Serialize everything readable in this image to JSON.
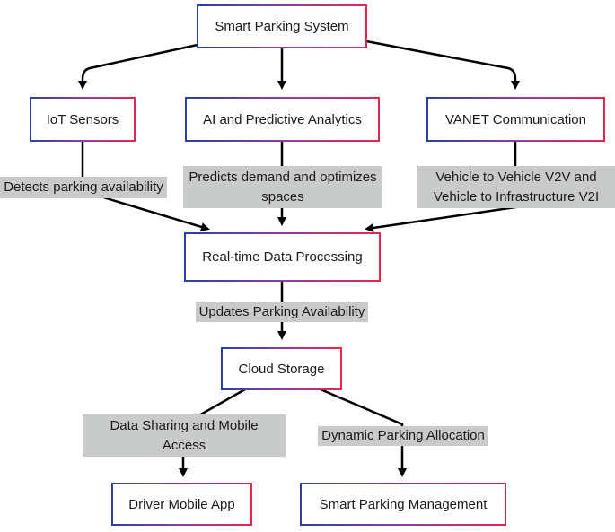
{
  "nodes": {
    "root": "Smart Parking System",
    "iot": "IoT Sensors",
    "ai": "AI and Predictive Analytics",
    "vanet": "VANET Communication",
    "processing": "Real-time Data Processing",
    "cloud": "Cloud Storage",
    "driver_app": "Driver Mobile App",
    "management": "Smart Parking Management"
  },
  "edge_labels": {
    "iot": "Detects parking availability",
    "ai_line1": "Predicts demand and optimizes",
    "ai_line2": "spaces",
    "vanet_line1": "Vehicle to Vehicle V2V and",
    "vanet_line2": "Vehicle to Infrastructure V2I",
    "processing": "Updates Parking Availability",
    "app_line1": "Data Sharing and Mobile",
    "app_line2": "Access",
    "management": "Dynamic Parking Allocation"
  },
  "colors": {
    "node_border_start": "#2b3fa6",
    "node_border_end": "#e8264f",
    "label_background": "#c9cbcb",
    "edge": "#000000"
  }
}
